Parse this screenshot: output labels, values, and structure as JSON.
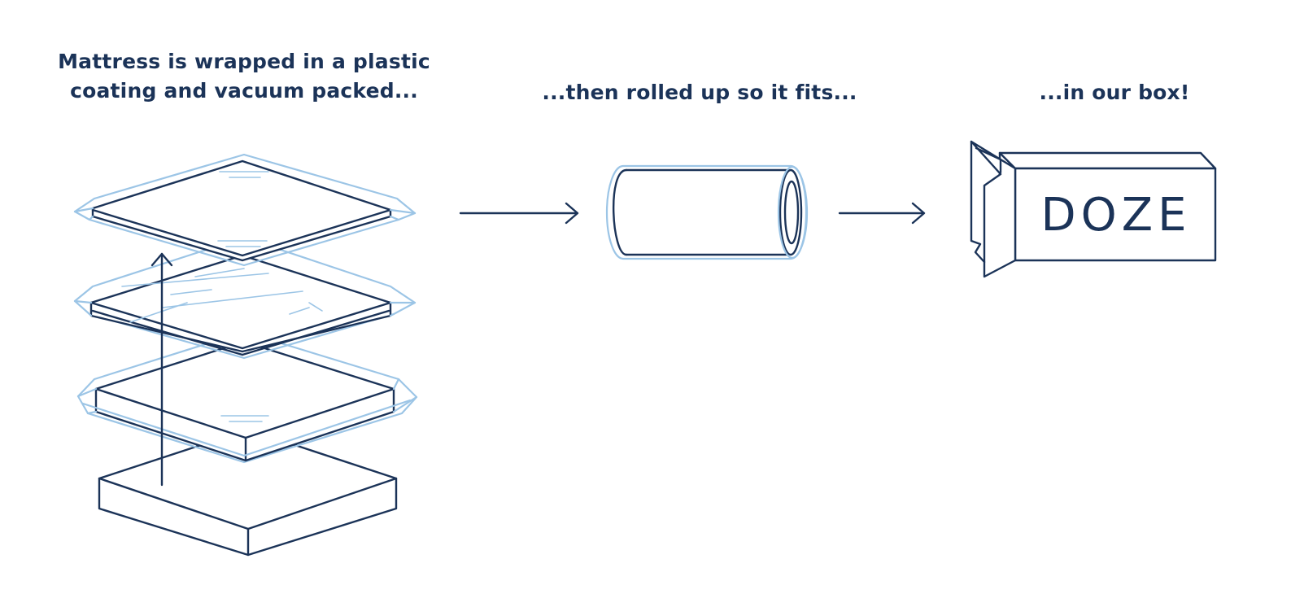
{
  "steps": [
    {
      "caption_line1": "Mattress is wrapped in a plastic",
      "caption_line2": "coating and vacuum packed..."
    },
    {
      "caption_line1": "...then rolled up so it fits..."
    },
    {
      "caption_line1": "...in our box!"
    }
  ],
  "box": {
    "brand": "DOZE"
  },
  "colors": {
    "navy": "#1b3358",
    "plastic_blue": "#9cc5e6"
  }
}
